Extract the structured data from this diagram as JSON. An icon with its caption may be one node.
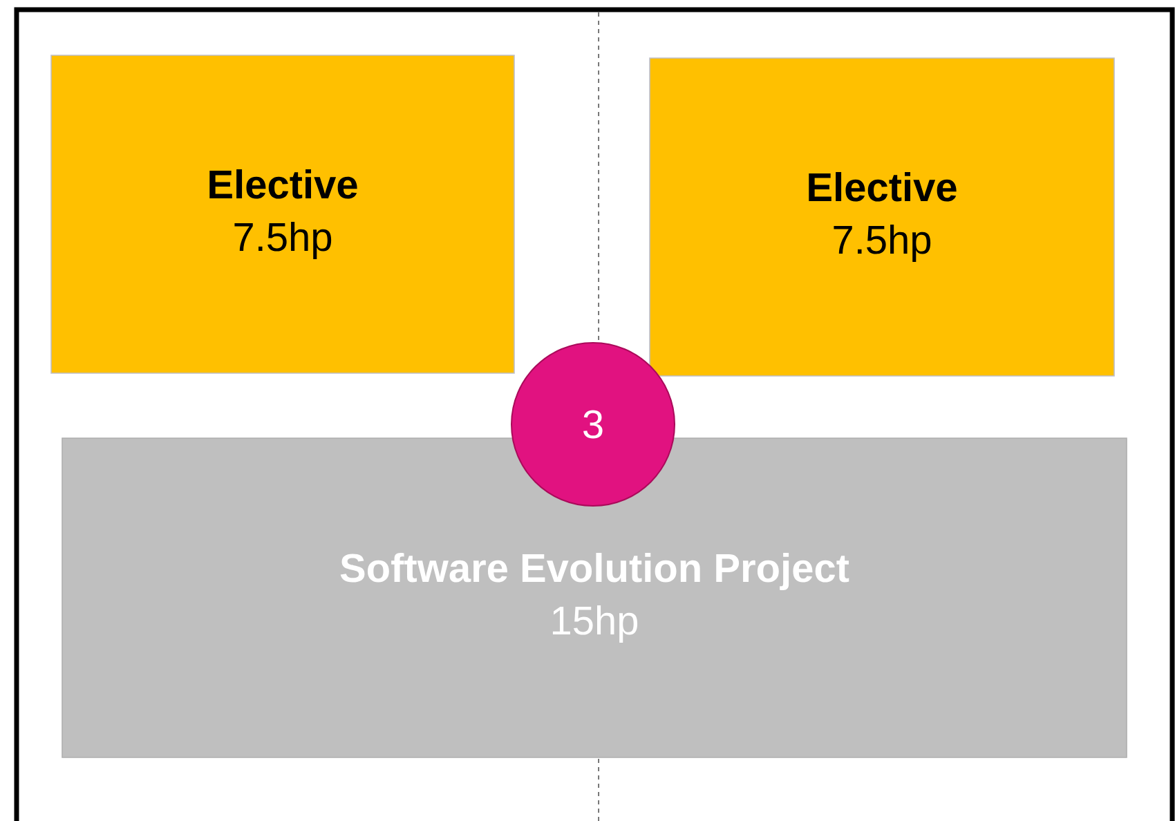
{
  "diagram": {
    "nodes": [
      {
        "text": [
          "Elective",
          "7.5hp"
        ]
      },
      {
        "text": [
          "Elective",
          "7.5hp"
        ]
      },
      {
        "text": [
          "3"
        ]
      },
      {
        "text": [
          "Software Evolution Project",
          "15hp"
        ]
      }
    ]
  }
}
